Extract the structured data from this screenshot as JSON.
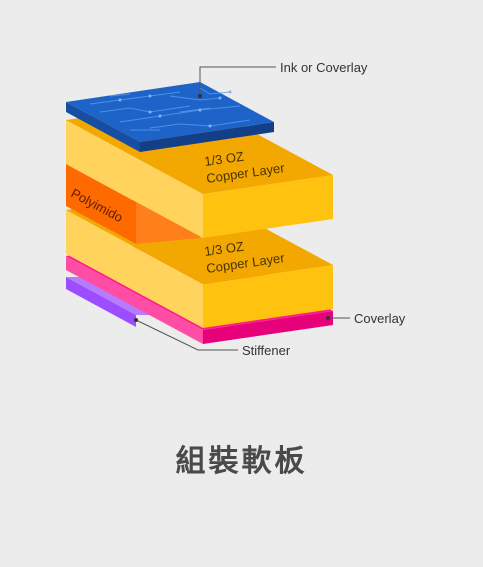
{
  "labels": {
    "ink_coverlay": "Ink or Coverlay",
    "copper_top_1": "1/3 OZ",
    "copper_top_2": "Copper Layer",
    "polyimido": "Polyimido",
    "copper_bottom_1": "1/3 OZ",
    "copper_bottom_2": "Copper Layer",
    "coverlay": "Coverlay",
    "stiffener": "Stiffener"
  },
  "caption": "組裝軟板",
  "colors": {
    "background": "#ececec",
    "ink_layer": "#1e63c7",
    "copper_top": "#f2a800",
    "copper_front": "#ffc20e",
    "copper_side": "#ffd35c",
    "polyimido": "#ff6a00",
    "coverlay": "#ff1a8c",
    "stiffener": "#9b4dff"
  }
}
